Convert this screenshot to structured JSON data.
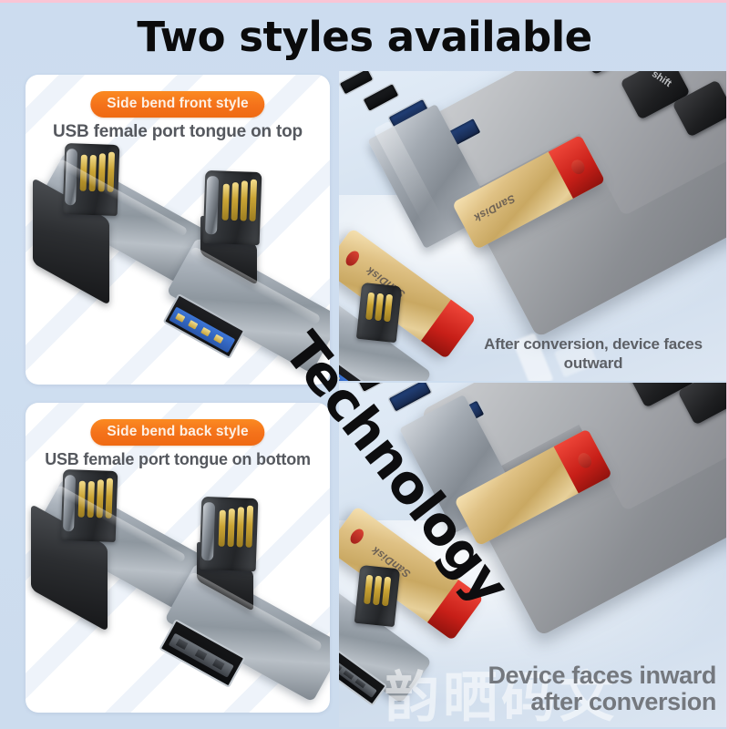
{
  "page": {
    "title": "Two styles available",
    "background_color": "#ccdcee",
    "accent_color": "#f4711a",
    "caption_color": "#5d6066"
  },
  "styles": [
    {
      "badge": "Side bend front style",
      "subtitle": "USB female port tongue on top",
      "port_color": "#3d76d6",
      "caption": "After conversion, device faces outward",
      "caption_line1": "After conversion, device faces",
      "caption_line2": "outward"
    },
    {
      "badge": "Side bend back style",
      "subtitle": "USB female port tongue on bottom",
      "port_color": "#3c4046",
      "caption": "Device faces inward after conversion",
      "caption_line1": "Device faces inward",
      "caption_line2": "after conversion"
    }
  ],
  "watermarks": {
    "diagonal": "Technology",
    "chinese": "韵晒码文"
  },
  "photo_objects": {
    "keyboard_key_label": "shift",
    "flash_drive_brand": "SanDisk"
  }
}
